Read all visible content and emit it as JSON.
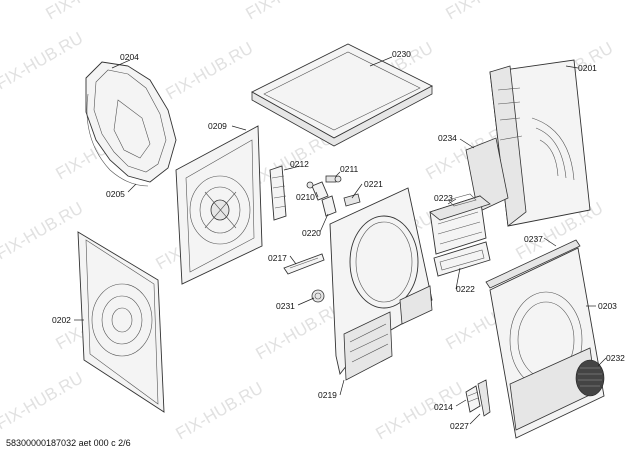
{
  "watermark_text": "FIX-HUB.RU",
  "footer_text": "58300000187032 aet 000 c 2/6",
  "labels": {
    "p0204": "0204",
    "p0205": "0205",
    "p0209": "0209",
    "p0230": "0230",
    "p0201": "0201",
    "p0234": "0234",
    "p0212": "0212",
    "p0211": "0211",
    "p0210": "0210",
    "p0221": "0221",
    "p0220": "0220",
    "p0223": "0223",
    "p0217": "0217",
    "p0237": "0237",
    "p0222": "0222",
    "p0202": "0202",
    "p0231": "0231",
    "p0203": "0203",
    "p0232": "0232",
    "p0219": "0219",
    "p0214": "0214",
    "p0227": "0227"
  },
  "colors": {
    "line": "#333333",
    "watermark": "#c9c9c9",
    "background": "#ffffff"
  }
}
